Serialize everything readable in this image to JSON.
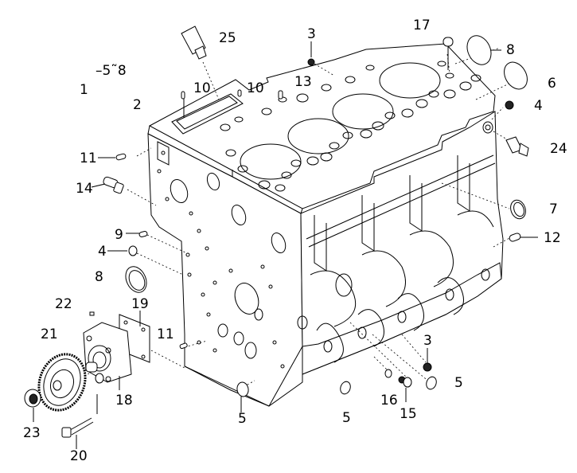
{
  "diagram": {
    "title": "Crankcase exploded parts view",
    "callouts": [
      {
        "id": "c1",
        "text": "1"
      },
      {
        "id": "c5-8",
        "text": "–5˜8"
      },
      {
        "id": "c2",
        "text": "2"
      },
      {
        "id": "c25",
        "text": "25"
      },
      {
        "id": "c3-top",
        "text": "3"
      },
      {
        "id": "c10-a",
        "text": "10"
      },
      {
        "id": "c10-b",
        "text": "10"
      },
      {
        "id": "c13",
        "text": "13"
      },
      {
        "id": "c17",
        "text": "17"
      },
      {
        "id": "c8-top",
        "text": "8"
      },
      {
        "id": "c6",
        "text": "6"
      },
      {
        "id": "c4-right",
        "text": "4"
      },
      {
        "id": "c24",
        "text": "24"
      },
      {
        "id": "c7",
        "text": "7"
      },
      {
        "id": "c12",
        "text": "12"
      },
      {
        "id": "c11-a",
        "text": "11"
      },
      {
        "id": "c14",
        "text": "14"
      },
      {
        "id": "c9",
        "text": "9"
      },
      {
        "id": "c4-left",
        "text": "4"
      },
      {
        "id": "c8-left",
        "text": "8"
      },
      {
        "id": "c22",
        "text": "22"
      },
      {
        "id": "c19",
        "text": "19"
      },
      {
        "id": "c21",
        "text": "21"
      },
      {
        "id": "c11-b",
        "text": "11"
      },
      {
        "id": "c18",
        "text": "18"
      },
      {
        "id": "c23",
        "text": "23"
      },
      {
        "id": "c20",
        "text": "20"
      },
      {
        "id": "c3-bottom",
        "text": "3"
      },
      {
        "id": "c5-right",
        "text": "5"
      },
      {
        "id": "c16",
        "text": "16"
      },
      {
        "id": "c15",
        "text": "15"
      },
      {
        "id": "c5-mid",
        "text": "5"
      },
      {
        "id": "c5-left",
        "text": "5"
      }
    ]
  }
}
